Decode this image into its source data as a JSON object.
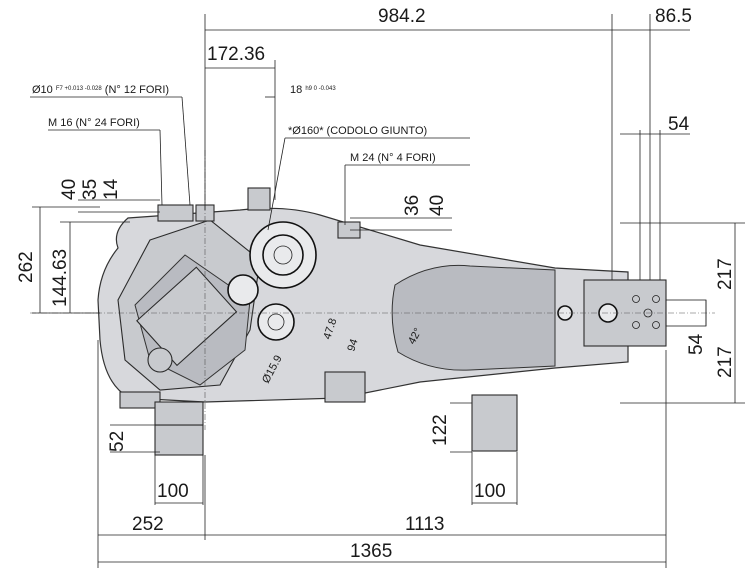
{
  "dimensions": {
    "top_width": "984.2",
    "top_right": "86.5",
    "offset": "172.36",
    "bolt_holes_spec": "Ø10",
    "bolt_holes_tol": "F7 +0.013 -0.028",
    "bolt_holes_count": "(N° 12 FORI)",
    "key_width": "18",
    "key_tol": "h9 0 -0.043",
    "m16_holes": "M 16 (N° 24 FORI)",
    "shaft_note": "*Ø160* (CODOLO GIUNTO)",
    "m24_holes": "M 24 (N° 4 FORI)",
    "right_54_top": "54",
    "h40_left": "40",
    "h35": "35",
    "h14": "14",
    "h36": "36",
    "h40_mid": "40",
    "h262": "262",
    "h144_63": "144.63",
    "h217_top": "217",
    "h217_bottom": "217",
    "h54_right": "54",
    "h52": "52",
    "h122": "122",
    "foot_left": "100",
    "foot_right": "100",
    "w252": "252",
    "w1113": "1113",
    "w1365": "1365",
    "d15_9": "Ø15.9",
    "d47_8": "47.8",
    "d94": "94",
    "angle": "42°"
  },
  "colors": {
    "body": "#d7d8dc",
    "line": "#222222"
  }
}
